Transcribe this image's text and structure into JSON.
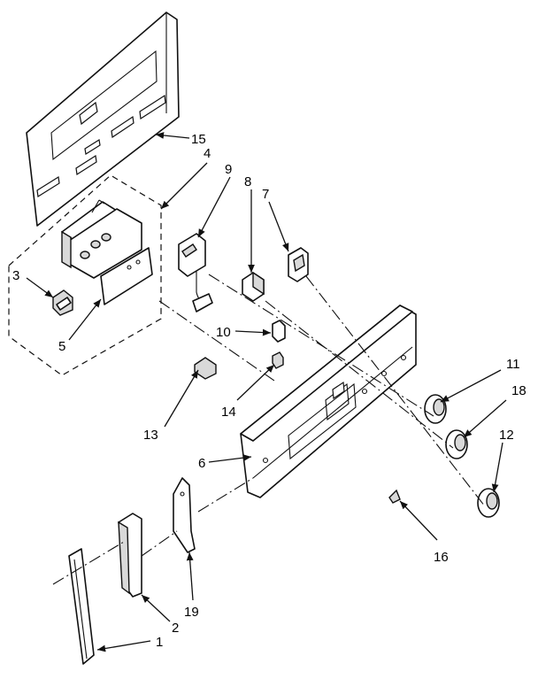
{
  "callouts": [
    {
      "id": "1",
      "label": "1"
    },
    {
      "id": "2",
      "label": "2"
    },
    {
      "id": "3",
      "label": "3"
    },
    {
      "id": "4",
      "label": "4"
    },
    {
      "id": "5",
      "label": "5"
    },
    {
      "id": "6",
      "label": "6"
    },
    {
      "id": "7",
      "label": "7"
    },
    {
      "id": "8",
      "label": "8"
    },
    {
      "id": "9",
      "label": "9"
    },
    {
      "id": "10",
      "label": "10"
    },
    {
      "id": "11",
      "label": "11"
    },
    {
      "id": "12",
      "label": "12"
    },
    {
      "id": "13",
      "label": "13"
    },
    {
      "id": "14",
      "label": "14"
    },
    {
      "id": "15",
      "label": "15"
    },
    {
      "id": "16",
      "label": "16"
    },
    {
      "id": "18",
      "label": "18"
    },
    {
      "id": "19",
      "label": "19"
    }
  ]
}
